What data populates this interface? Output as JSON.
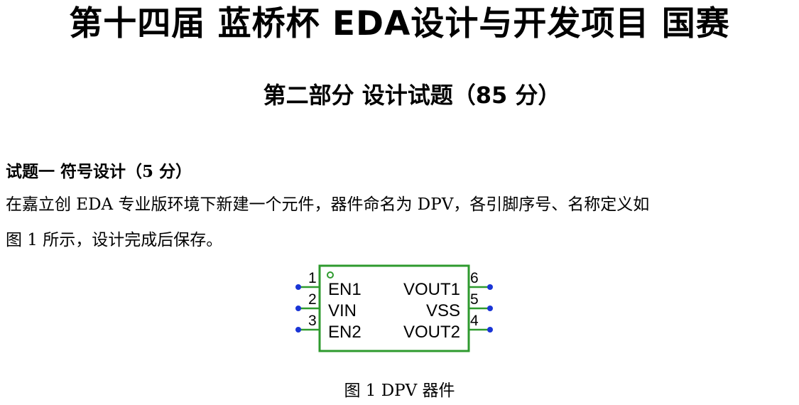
{
  "document": {
    "title": "第十四届  蓝桥杯  EDA设计与开发项目  国赛",
    "part_title": "第二部分  设计试题（85 分）"
  },
  "question": {
    "heading": "试题一  符号设计（5 分）",
    "body_line1": "在嘉立创 EDA 专业版环境下新建一个元件，器件命名为 DPV，各引脚序号、名称定义如",
    "body_line2": "图 1 所示，设计完成后保存。"
  },
  "figure": {
    "caption": "图 1  DPV 器件",
    "colors": {
      "body": "#2e9a2e",
      "pin": "#2e9a2e",
      "pin_end": "#1a35d6",
      "text": "#000000"
    },
    "pins": [
      {
        "number": "1",
        "name": "EN1"
      },
      {
        "number": "2",
        "name": "VIN"
      },
      {
        "number": "3",
        "name": "EN2"
      },
      {
        "number": "6",
        "name": "VOUT1"
      },
      {
        "number": "5",
        "name": "VSS"
      },
      {
        "number": "4",
        "name": "VOUT2"
      }
    ]
  }
}
